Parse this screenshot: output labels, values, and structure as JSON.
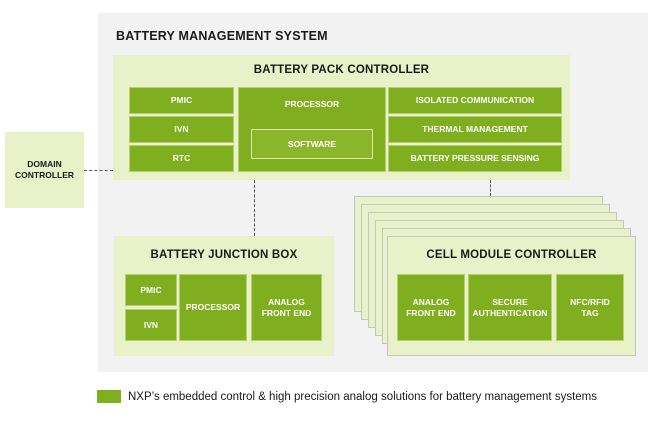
{
  "bms": {
    "title": "BATTERY MANAGEMENT SYSTEM"
  },
  "domain_controller": {
    "label_line1": "DOMAIN",
    "label_line2": "CONTROLLER"
  },
  "battery_pack_controller": {
    "title": "BATTERY PACK CONTROLLER",
    "left_blocks": [
      "PMIC",
      "IVN",
      "RTC"
    ],
    "processor": "PROCESSOR",
    "software": "SOFTWARE",
    "right_blocks": [
      "ISOLATED COMMUNICATION",
      "THERMAL MANAGEMENT",
      "BATTERY PRESSURE SENSING"
    ]
  },
  "battery_junction_box": {
    "title": "BATTERY JUNCTION BOX",
    "pmic": "PMIC",
    "ivn": "IVN",
    "processor": "PROCESSOR",
    "afe_line1": "ANALOG",
    "afe_line2": "FRONT END"
  },
  "cell_module_controller": {
    "title": "CELL MODULE CONTROLLER",
    "afe_line1": "ANALOG",
    "afe_line2": "FRONT END",
    "secure_line1": "SECURE",
    "secure_line2": "AUTHENTICATION",
    "nfc_line1": "NFC/RFID",
    "nfc_line2": "TAG"
  },
  "legend": {
    "text": "NXP’s embedded control & high precision analog solutions for battery management systems",
    "swatch_color": "#7fae1e"
  },
  "colors": {
    "block_green": "#7fae1e",
    "panel_green": "#e9f1c8",
    "outer_gray": "#f2f2f2"
  }
}
